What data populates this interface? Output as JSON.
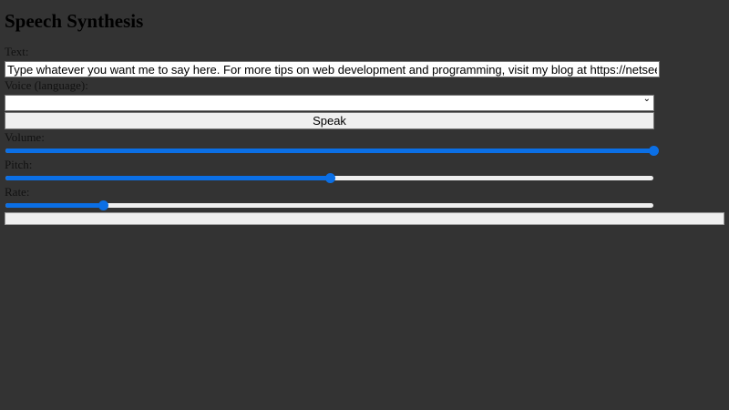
{
  "title": "Speech Synthesis",
  "text_label": "Text:",
  "text_value": "Type whatever you want me to say here. For more tips on web development and programming, visit my blog at https://netseedblog.com",
  "voice_label": "Voice (language):",
  "voice_value": "",
  "speak_label": "Speak",
  "volume": {
    "label": "Volume:",
    "percent": 100
  },
  "pitch": {
    "label": "Pitch:",
    "percent": 50
  },
  "rate": {
    "label": "Rate:",
    "percent": 15
  },
  "accent_color": "#0b6fe5"
}
